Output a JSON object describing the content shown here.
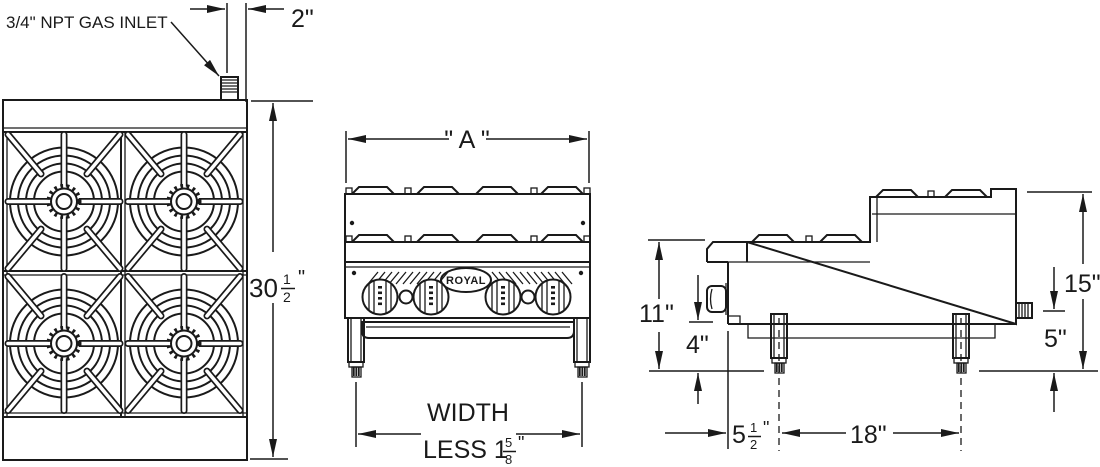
{
  "colors": {
    "line": "#1a1a1a",
    "background": "#ffffff"
  },
  "views": {
    "top": {
      "gas_inlet_label": "3/4\" NPT GAS INLET",
      "dim_inlet_offset": "2\"",
      "dim_depth": {
        "whole": "30",
        "numerator": "1",
        "denominator": "2",
        "unit": "\""
      }
    },
    "front": {
      "dim_width_label": "\" A \"",
      "brand": "ROYAL",
      "dim_width_note": {
        "line1": "WIDTH",
        "line2_prefix": "LESS 1",
        "numerator": "5",
        "denominator": "8",
        "unit": "\""
      }
    },
    "side": {
      "dim_front_height": "11\"",
      "dim_leg_height": "4\"",
      "dim_front_leg_offset": {
        "whole": "5",
        "numerator": "1",
        "denominator": "2",
        "unit": "\""
      },
      "dim_leg_spacing": "18\"",
      "dim_overall_height": "15\"",
      "dim_inlet_height": "5\""
    }
  }
}
